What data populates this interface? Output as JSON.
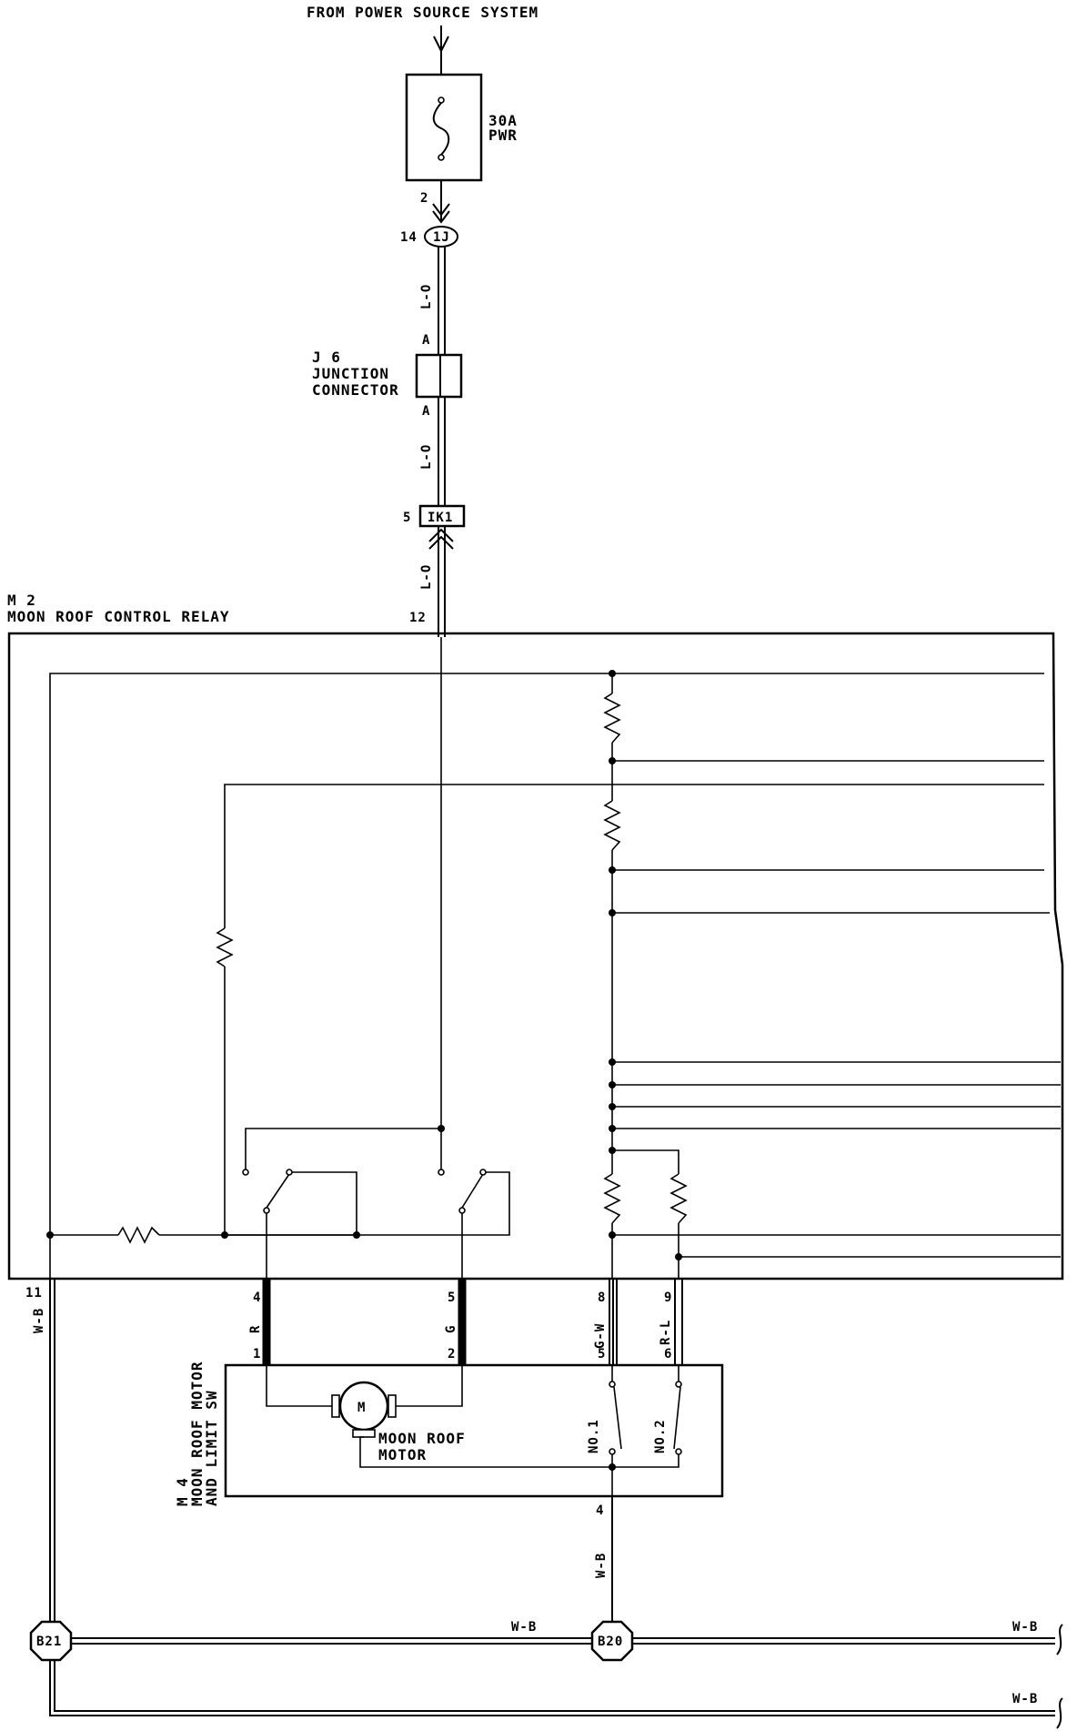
{
  "header": {
    "source": "FROM POWER SOURCE SYSTEM"
  },
  "fuse": {
    "rating": "30A",
    "name": "PWR",
    "pin": "2"
  },
  "junction_1j": {
    "label": "1J",
    "pin": "14"
  },
  "wires": {
    "lo_1": "L-O",
    "lo_2": "L-O",
    "lo_3": "L-O",
    "wb_1": "W-B",
    "wb_2": "W-B",
    "wb_3": "W-B",
    "wb_4": "W-B",
    "wb_5": "W-B",
    "r": "R",
    "g": "G",
    "gw": "G-W",
    "rl": "R-L"
  },
  "j6": {
    "code": "J 6",
    "line1": "JUNCTION",
    "line2": "CONNECTOR",
    "pin_top": "A",
    "pin_bottom": "A"
  },
  "ik1": {
    "label": "IK1",
    "pin": "5"
  },
  "relay": {
    "code": "M 2",
    "name": "MOON ROOF CONTROL RELAY",
    "pin_in": "12",
    "pin_gnd": "11",
    "pin_4": "4",
    "pin_5": "5",
    "pin_8": "8",
    "pin_9": "9"
  },
  "motor_unit": {
    "code": "M 4",
    "line1": "MOON ROOF MOTOR",
    "line2": "AND LIMIT SW",
    "pin_1": "1",
    "pin_2": "2",
    "pin_5": "5",
    "pin_6": "6",
    "pin_4": "4",
    "motor_symbol": "M",
    "motor_line1": "MOON ROOF",
    "motor_line2": "MOTOR",
    "sw1": "NO.1",
    "sw2": "NO.2"
  },
  "grounds": {
    "b21": "B21",
    "b20": "B20"
  }
}
